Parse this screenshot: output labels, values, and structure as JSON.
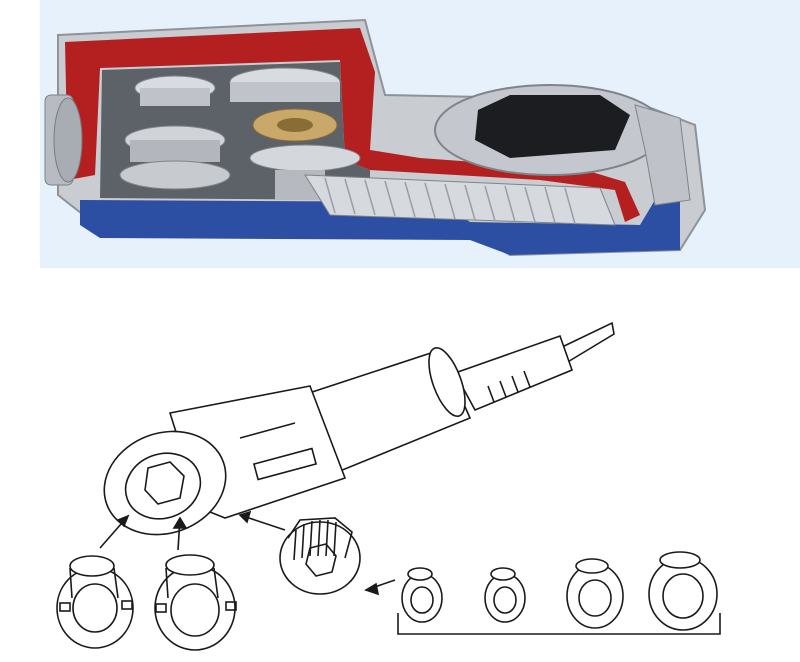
{
  "figure": {
    "top_panel": {
      "subject": "cutaway-gearbox",
      "background_color": "#e6f1fb",
      "housing_top_color": "#b3201f",
      "housing_bottom_color": "#2c4fa3",
      "metal_color": "#c9ccd1"
    },
    "bottom_panel": {
      "subject": "pipe-threader-line-drawing",
      "line_color": "#1a1a1a",
      "die_heads_left_count": 2,
      "adapter_count": 1,
      "die_heads_right_count": 4
    }
  }
}
